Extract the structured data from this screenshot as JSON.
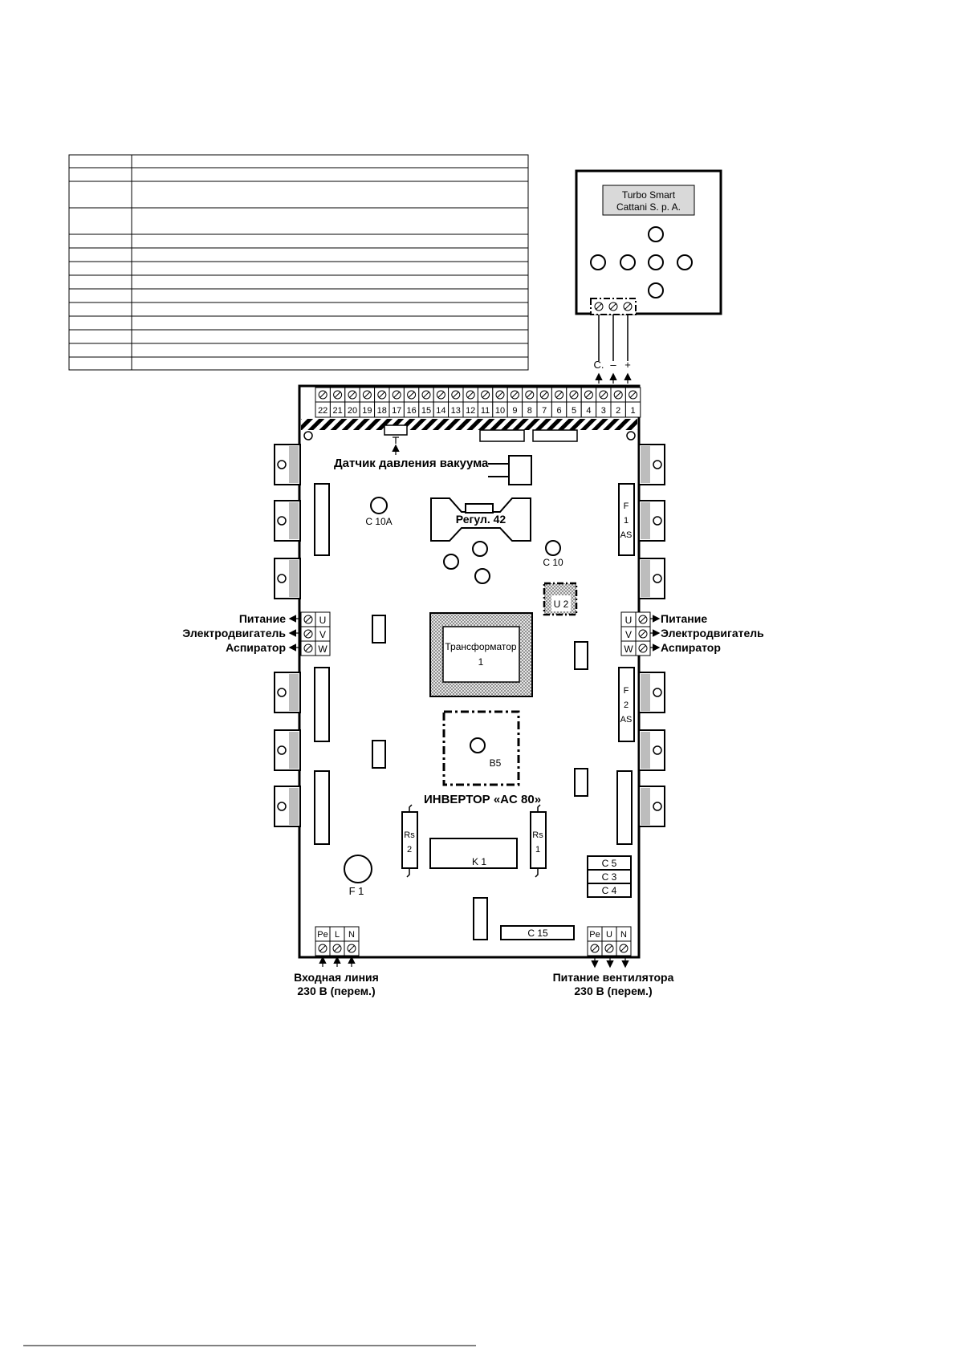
{
  "panel": {
    "line1": "Turbo Smart",
    "line2": "Cattani S. p. A.",
    "terminal_labels": [
      "C.",
      "–",
      "+"
    ]
  },
  "board": {
    "title": "ИНВЕРТОР «AC 80»",
    "terminals_top": [
      "22",
      "21",
      "20",
      "19",
      "18",
      "17",
      "16",
      "15",
      "14",
      "13",
      "12",
      "11",
      "10",
      "9",
      "8",
      "7",
      "6",
      "5",
      "4",
      "3",
      "2",
      "1"
    ],
    "vacuum_sensor": "Датчик давления вакуума",
    "regulator": "Регул. 42",
    "c10a": "C 10A",
    "c10": "C 10",
    "f1as": [
      "F",
      "1",
      "AS"
    ],
    "f2as": [
      "F",
      "2",
      "AS"
    ],
    "u2": "U 2",
    "transformer": [
      "Трансформатор",
      "1"
    ],
    "b5": "B5",
    "rs2": [
      "Rs",
      "2"
    ],
    "rs1": [
      "Rs",
      "1"
    ],
    "k1": "K 1",
    "f1": "F 1",
    "c5": "C 5",
    "c3": "C 3",
    "c4": "C 4",
    "c15": "C 15",
    "uvw": [
      "U",
      "V",
      "W"
    ],
    "side_labels": [
      "Питание",
      "Электродвигатель",
      "Аспиратор"
    ],
    "bottom_left_terminals": [
      "Pe",
      "L",
      "N"
    ],
    "bottom_right_terminals": [
      "Pe",
      "U",
      "N"
    ],
    "input_line": [
      "Входная линия",
      "230 В (перем.)"
    ],
    "fan_power": [
      "Питание вентилятора",
      "230 В (перем.)"
    ]
  },
  "colors": {
    "ink": "#000000",
    "grey": "#bdbdbd",
    "dot": "#cfcfcf"
  }
}
